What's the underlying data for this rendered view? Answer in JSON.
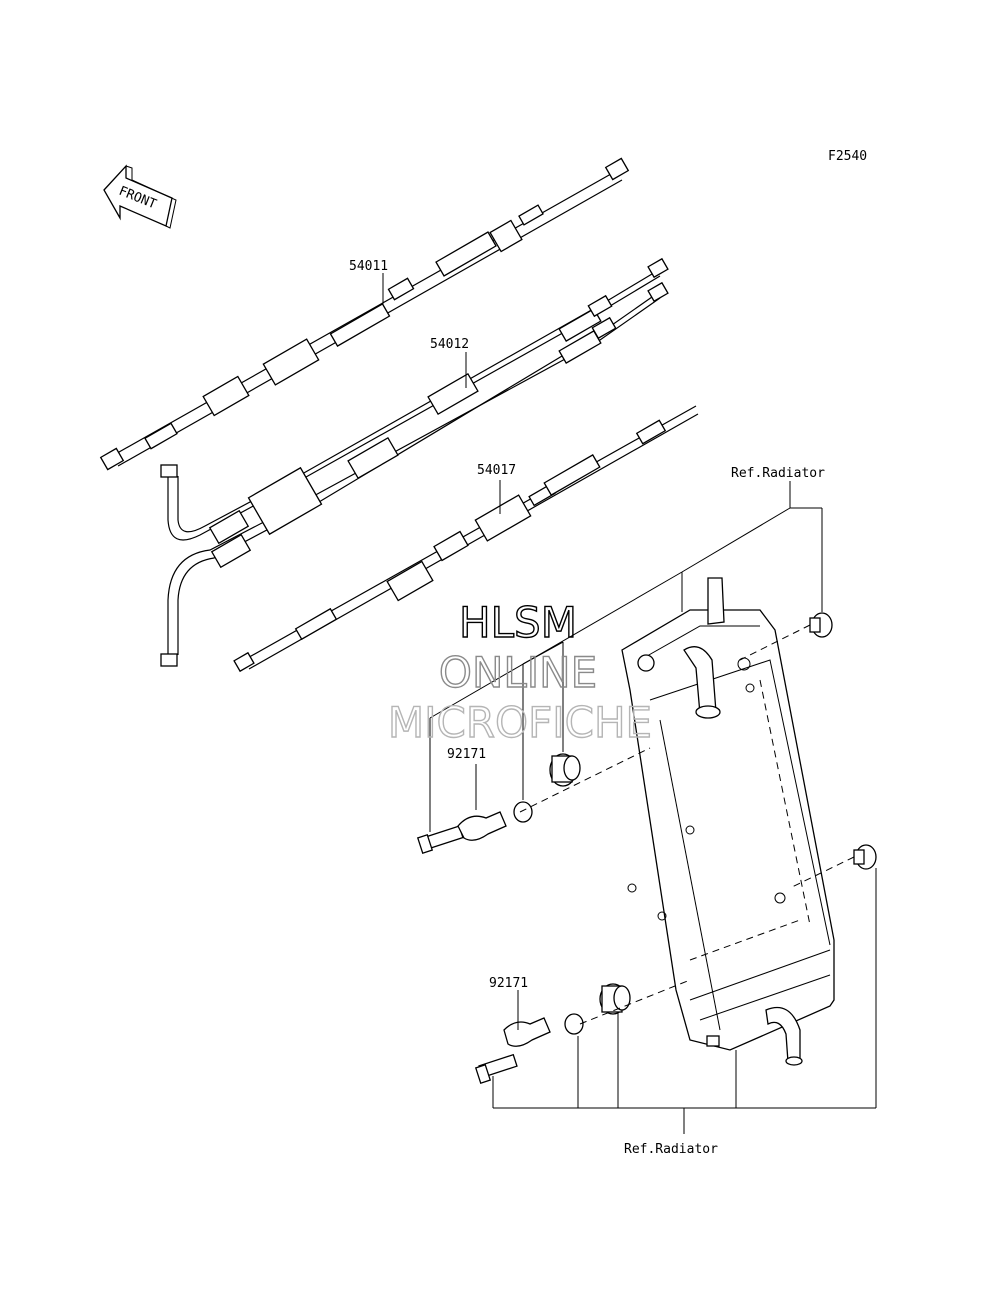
{
  "diagram_code": "F2540",
  "front_label": "FRONT",
  "callouts": {
    "p54011": "54011",
    "p54012": "54012",
    "p54017": "54017",
    "p92171a": "92171",
    "p92171b": "92171",
    "ref_top": "Ref.Radiator",
    "ref_bottom": "Ref.Radiator"
  },
  "watermark": {
    "line1": "HLSM",
    "line2": "ONLINE",
    "line3": "MICROFICHE",
    "colors": {
      "line1": "#000000",
      "line2": "#8a8a8a",
      "line3": "#b5b5b5"
    }
  }
}
